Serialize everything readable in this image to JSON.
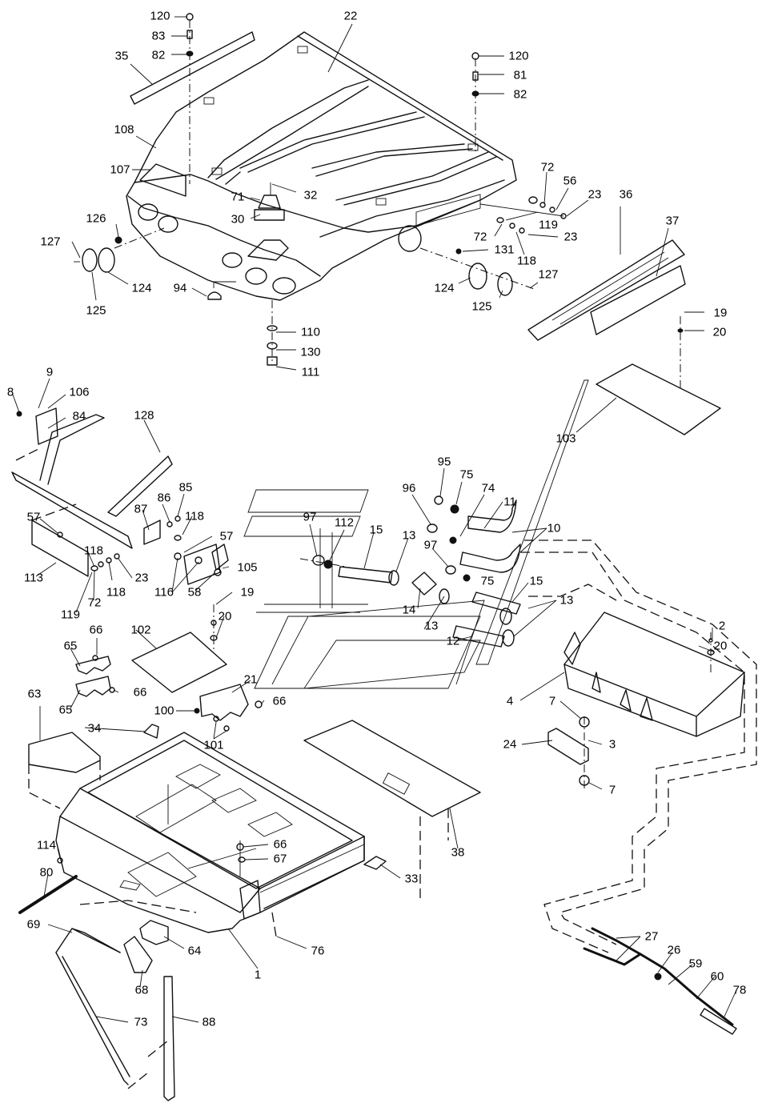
{
  "diagram": {
    "callouts": [
      {
        "id": "c120a",
        "text": "120"
      },
      {
        "id": "c83",
        "text": "83"
      },
      {
        "id": "c82a",
        "text": "82"
      },
      {
        "id": "c35",
        "text": "35"
      },
      {
        "id": "c22",
        "text": "22"
      },
      {
        "id": "c120b",
        "text": "120"
      },
      {
        "id": "c81",
        "text": "81"
      },
      {
        "id": "c82b",
        "text": "82"
      },
      {
        "id": "c108",
        "text": "108"
      },
      {
        "id": "c107",
        "text": "107"
      },
      {
        "id": "c32",
        "text": "32"
      },
      {
        "id": "c71",
        "text": "71"
      },
      {
        "id": "c30",
        "text": "30"
      },
      {
        "id": "c126",
        "text": "126"
      },
      {
        "id": "c127a",
        "text": "127"
      },
      {
        "id": "c124a",
        "text": "124"
      },
      {
        "id": "c125a",
        "text": "125"
      },
      {
        "id": "c94",
        "text": "94"
      },
      {
        "id": "c110",
        "text": "110"
      },
      {
        "id": "c130",
        "text": "130"
      },
      {
        "id": "c111",
        "text": "111"
      },
      {
        "id": "c72a",
        "text": "72"
      },
      {
        "id": "c56",
        "text": "56"
      },
      {
        "id": "c23a",
        "text": "23"
      },
      {
        "id": "c36",
        "text": "36"
      },
      {
        "id": "c37",
        "text": "37"
      },
      {
        "id": "c119a",
        "text": "119"
      },
      {
        "id": "c72b",
        "text": "72"
      },
      {
        "id": "c23b",
        "text": "23"
      },
      {
        "id": "c131",
        "text": "131"
      },
      {
        "id": "c118a",
        "text": "118"
      },
      {
        "id": "c127b",
        "text": "127"
      },
      {
        "id": "c124b",
        "text": "124"
      },
      {
        "id": "c125b",
        "text": "125"
      },
      {
        "id": "c19a",
        "text": "19"
      },
      {
        "id": "c20a",
        "text": "20"
      },
      {
        "id": "c103",
        "text": "103"
      },
      {
        "id": "c9",
        "text": "9"
      },
      {
        "id": "c8",
        "text": "8"
      },
      {
        "id": "c106",
        "text": "106"
      },
      {
        "id": "c84",
        "text": "84"
      },
      {
        "id": "c128",
        "text": "128"
      },
      {
        "id": "c95",
        "text": "95"
      },
      {
        "id": "c96",
        "text": "96"
      },
      {
        "id": "c75a",
        "text": "75"
      },
      {
        "id": "c74",
        "text": "74"
      },
      {
        "id": "c11",
        "text": "11"
      },
      {
        "id": "c10",
        "text": "10"
      },
      {
        "id": "c86",
        "text": "86"
      },
      {
        "id": "c85",
        "text": "85"
      },
      {
        "id": "c87",
        "text": "87"
      },
      {
        "id": "c118b",
        "text": "118"
      },
      {
        "id": "c57a",
        "text": "57"
      },
      {
        "id": "c57b",
        "text": "57"
      },
      {
        "id": "c97a",
        "text": "97"
      },
      {
        "id": "c112",
        "text": "112"
      },
      {
        "id": "c15a",
        "text": "15"
      },
      {
        "id": "c13a",
        "text": "13"
      },
      {
        "id": "c97b",
        "text": "97"
      },
      {
        "id": "c75b",
        "text": "75"
      },
      {
        "id": "c15b",
        "text": "15"
      },
      {
        "id": "c118c",
        "text": "118"
      },
      {
        "id": "c113",
        "text": "113"
      },
      {
        "id": "c23c",
        "text": "23"
      },
      {
        "id": "c118d",
        "text": "118"
      },
      {
        "id": "c105",
        "text": "105"
      },
      {
        "id": "c116",
        "text": "116"
      },
      {
        "id": "c58",
        "text": "58"
      },
      {
        "id": "c72c",
        "text": "72"
      },
      {
        "id": "c119b",
        "text": "119"
      },
      {
        "id": "c19b",
        "text": "19"
      },
      {
        "id": "c14",
        "text": "14"
      },
      {
        "id": "c13b",
        "text": "13"
      },
      {
        "id": "c13c",
        "text": "13"
      },
      {
        "id": "c12",
        "text": "12"
      },
      {
        "id": "c2",
        "text": "2"
      },
      {
        "id": "c20b",
        "text": "20"
      },
      {
        "id": "c20c",
        "text": "20"
      },
      {
        "id": "c66a",
        "text": "66"
      },
      {
        "id": "c102",
        "text": "102"
      },
      {
        "id": "c65a",
        "text": "65"
      },
      {
        "id": "c66b",
        "text": "66"
      },
      {
        "id": "c65b",
        "text": "65"
      },
      {
        "id": "c21",
        "text": "21"
      },
      {
        "id": "c66c",
        "text": "66"
      },
      {
        "id": "c4",
        "text": "4"
      },
      {
        "id": "c7a",
        "text": "7"
      },
      {
        "id": "c63",
        "text": "63"
      },
      {
        "id": "c100",
        "text": "100"
      },
      {
        "id": "c34",
        "text": "34"
      },
      {
        "id": "c101",
        "text": "101"
      },
      {
        "id": "c24",
        "text": "24"
      },
      {
        "id": "c3",
        "text": "3"
      },
      {
        "id": "c7b",
        "text": "7"
      },
      {
        "id": "c38",
        "text": "38"
      },
      {
        "id": "c114",
        "text": "114"
      },
      {
        "id": "c66d",
        "text": "66"
      },
      {
        "id": "c67",
        "text": "67"
      },
      {
        "id": "c80",
        "text": "80"
      },
      {
        "id": "c33",
        "text": "33"
      },
      {
        "id": "c69",
        "text": "69"
      },
      {
        "id": "c64",
        "text": "64"
      },
      {
        "id": "c76",
        "text": "76"
      },
      {
        "id": "c1",
        "text": "1"
      },
      {
        "id": "c68",
        "text": "68"
      },
      {
        "id": "c27",
        "text": "27"
      },
      {
        "id": "c26",
        "text": "26"
      },
      {
        "id": "c59",
        "text": "59"
      },
      {
        "id": "c60",
        "text": "60"
      },
      {
        "id": "c78",
        "text": "78"
      },
      {
        "id": "c73",
        "text": "73"
      },
      {
        "id": "c88",
        "text": "88"
      }
    ]
  }
}
